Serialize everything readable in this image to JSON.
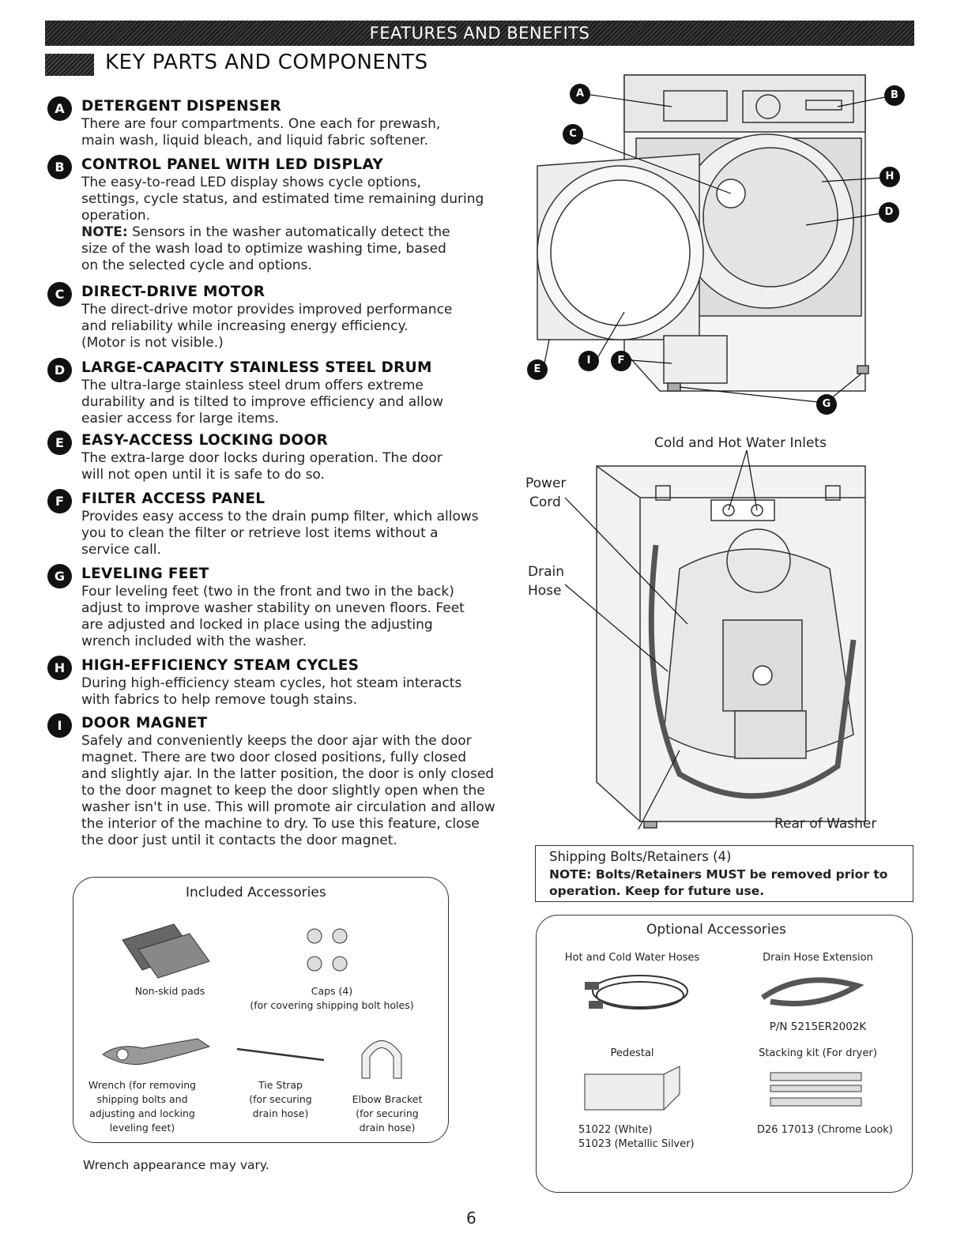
{
  "header": {
    "banner": "FEATURES AND BENEFITS",
    "section_title": "KEY PARTS AND COMPONENTS"
  },
  "items": [
    {
      "letter": "A",
      "title": "DETERGENT DISPENSER",
      "body": [
        "There are four compartments. One each for prewash,",
        "main wash, liquid bleach, and liquid fabric softener."
      ]
    },
    {
      "letter": "B",
      "title": "CONTROL PANEL WITH LED DISPLAY",
      "body": [
        "The easy-to-read LED display shows cycle options,",
        "settings, cycle status, and estimated time remaining during",
        "operation."
      ],
      "note_label": "NOTE:",
      "note": [
        " Sensors in the washer automatically detect the",
        "size of the wash load to optimize washing time, based",
        "on the selected cycle and options."
      ]
    },
    {
      "letter": "C",
      "title": "DIRECT-DRIVE MOTOR",
      "body": [
        "The direct-drive motor provides improved performance",
        "and reliability while increasing energy efficiency.",
        "(Motor is not visible.)"
      ]
    },
    {
      "letter": "D",
      "title": "LARGE-CAPACITY STAINLESS STEEL DRUM",
      "body": [
        "The ultra-large stainless steel drum offers extreme",
        "durability and is tilted to improve efficiency and allow",
        "easier access for large items."
      ]
    },
    {
      "letter": "E",
      "title": "EASY-ACCESS LOCKING DOOR",
      "body": [
        "The extra-large door locks during operation. The door",
        "will not open until it is safe to do so."
      ]
    },
    {
      "letter": "F",
      "title": "FILTER ACCESS PANEL",
      "body": [
        "Provides easy access to the drain pump filter, which allows",
        "you to clean the filter or retrieve lost items without a",
        "service call."
      ]
    },
    {
      "letter": "G",
      "title": "LEVELING FEET",
      "body": [
        "Four leveling feet (two in the front and two in the back)",
        "adjust to improve washer stability on uneven floors. Feet",
        "are adjusted and locked in place using the adjusting",
        "wrench included with the washer."
      ]
    },
    {
      "letter": "H",
      "title": "HIGH-EFFICIENCY STEAM CYCLES",
      "body": [
        "During high-efficiency steam cycles, hot steam interacts",
        "with fabrics to help remove tough stains."
      ]
    },
    {
      "letter": "I",
      "title": "DOOR MAGNET",
      "body": [
        "Safely and conveniently keeps the door ajar with the door",
        "magnet. There are two door closed positions, fully closed",
        "and slightly ajar. In the latter position, the door is only closed",
        "to the door magnet to keep the door slightly open when the",
        "washer isn't in use. This will promote air circulation and allow",
        "the interior of the machine to dry. To use this feature, close",
        "the door just until it contacts the door magnet."
      ]
    }
  ],
  "front_callouts": [
    "A",
    "B",
    "C",
    "H",
    "D",
    "E",
    "I",
    "F",
    "G"
  ],
  "rear": {
    "inlets": "Cold and Hot Water Inlets",
    "power1": "Power",
    "power2": "Cord",
    "drain1": "Drain",
    "drain2": "Hose",
    "caption": "Rear of Washer"
  },
  "shipping": {
    "line": "Shipping Bolts/Retainers (4)",
    "note1": "NOTE: Bolts/Retainers MUST be removed prior to",
    "note2": "operation. Keep for future use."
  },
  "included": {
    "title": "Included Accessories",
    "pads": "Non-skid pads",
    "caps1": "Caps (4)",
    "caps2": "(for covering shipping bolt holes)",
    "wrench": [
      "Wrench (for removing",
      "shipping bolts and",
      "adjusting and locking",
      "leveling feet)"
    ],
    "tie": [
      "Tie Strap",
      "(for securing",
      "drain hose)"
    ],
    "elbow": [
      "Elbow Bracket",
      "(for securing",
      "drain hose)"
    ],
    "footnote": "Wrench appearance may vary."
  },
  "optional": {
    "title": "Optional Accessories",
    "hoses": "Hot and Cold Water Hoses",
    "drain_ext": "Drain Hose Extension",
    "pn": "P/N 5215ER2002K",
    "pedestal": "Pedestal",
    "stacking": "Stacking kit (For dryer)",
    "ped1": "51022 (White)",
    "ped2": "51023 (Metallic Silver)",
    "stack_pn": "D26 17013 (Chrome Look)"
  },
  "page_number": "6"
}
